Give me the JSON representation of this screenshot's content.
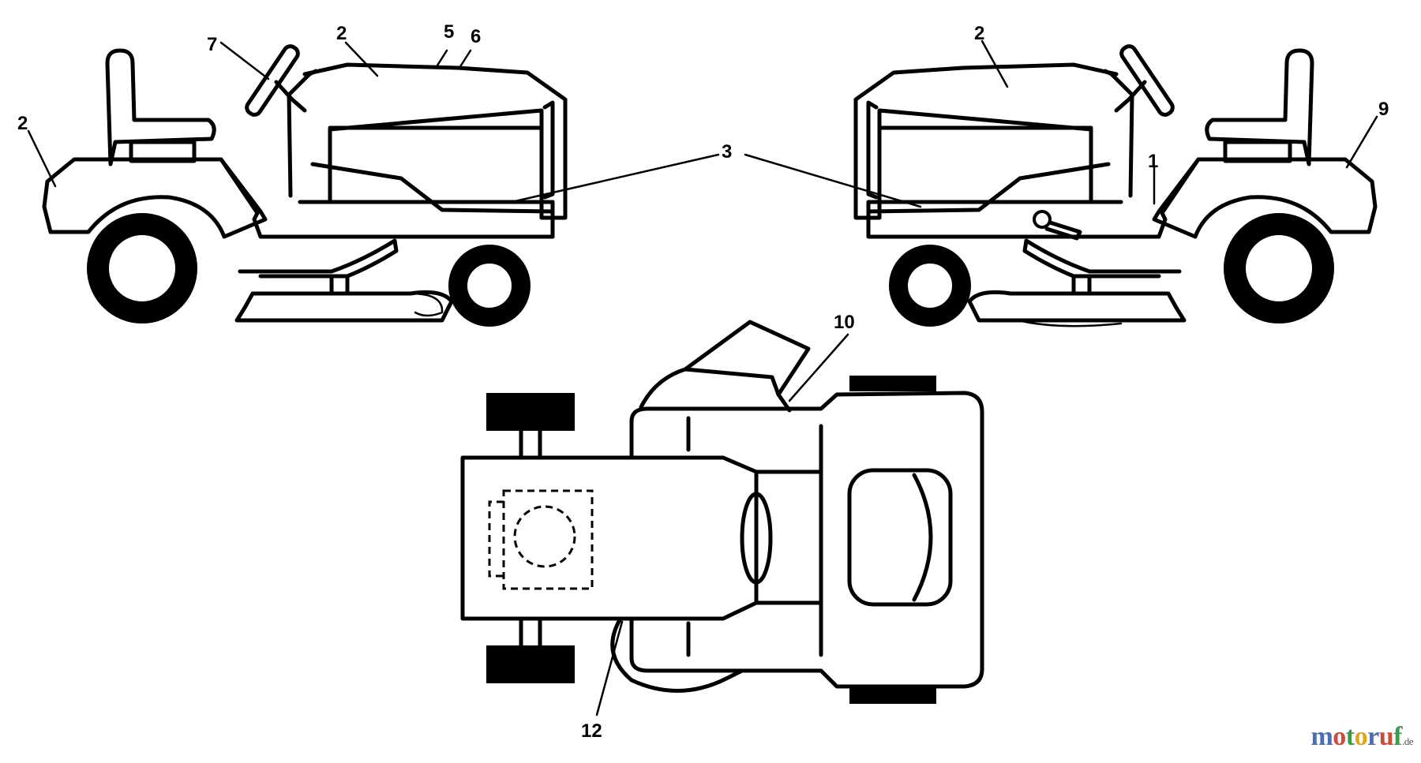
{
  "callouts": [
    "1",
    "2",
    "3",
    "5",
    "6",
    "7",
    "9",
    "10",
    "12"
  ],
  "watermark": {
    "letters": [
      {
        "ch": "m",
        "color": "#4a6fb5"
      },
      {
        "ch": "o",
        "color": "#d04a3a"
      },
      {
        "ch": "t",
        "color": "#3d9a4a"
      },
      {
        "ch": "o",
        "color": "#e3a51e"
      },
      {
        "ch": "r",
        "color": "#4a6fb5"
      },
      {
        "ch": "u",
        "color": "#d04a3a"
      },
      {
        "ch": "f",
        "color": "#3d9a4a"
      }
    ],
    "suffix": ".de"
  }
}
